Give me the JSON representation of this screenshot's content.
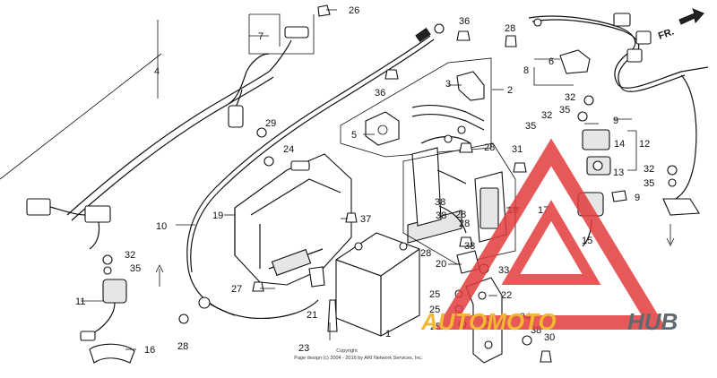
{
  "diagram": {
    "part_numbers": [
      "1",
      "2",
      "3",
      "4",
      "5",
      "6",
      "7",
      "8",
      "9",
      "10",
      "11",
      "12",
      "13",
      "14",
      "15",
      "16",
      "17",
      "18",
      "19",
      "20",
      "21",
      "22",
      "23",
      "24",
      "25",
      "26",
      "27",
      "28",
      "29",
      "30",
      "31",
      "32",
      "33",
      "34",
      "35",
      "36",
      "37",
      "38"
    ],
    "orientation_label": "FR.",
    "copyright": [
      "Copyright",
      "Page design (c) 2004 - 2016 by ARI Network Services, Inc."
    ]
  },
  "watermark": {
    "brand_left": "AUTOMOTO",
    "brand_right": "HUB",
    "colors": {
      "red": "#e33b3b",
      "yellow": "#f2b733",
      "gray": "#606870"
    }
  }
}
